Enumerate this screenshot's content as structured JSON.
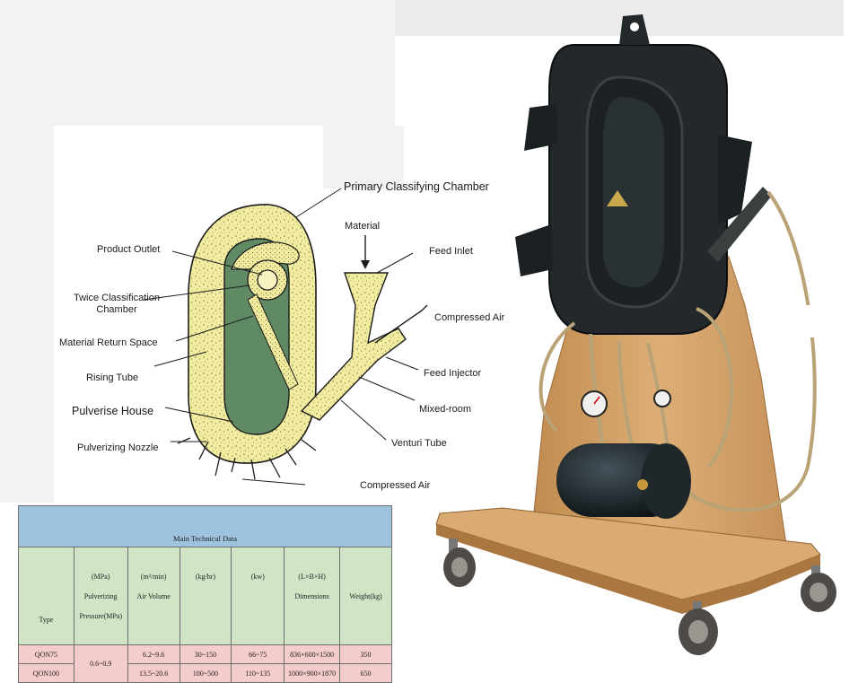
{
  "diagram": {
    "labels": {
      "primary_classifying_chamber": "Primary Classifying Chamber",
      "material": "Material",
      "feed_inlet": "Feed Inlet",
      "product_outlet": "Product Outlet",
      "twice_classification_chamber_line1": "Twice Classification",
      "twice_classification_chamber_line2": "Chamber",
      "compressed_air_top": "Compressed Air",
      "material_return_space": "Material Return Space",
      "feed_injector": "Feed Injector",
      "rising_tube": "Rising Tube",
      "mixed_room": "Mixed-room",
      "pulverise_house": "Pulverise House",
      "venturi_tube": "Venturi Tube",
      "pulverizing_nozzle": "Pulverizing Nozzle",
      "compressed_air_bottom": "Compressed Air"
    }
  },
  "table": {
    "title": "Main Technical Data",
    "headers": {
      "type": "Type",
      "pressure": [
        "(MPa)",
        "Pulverizing",
        "Pressure(MPa)"
      ],
      "air_volume": [
        "(m³/min)",
        "Air Volume"
      ],
      "capacity": [
        "(kg/hr)"
      ],
      "power": [
        "(kw)"
      ],
      "dimensions": [
        "(L×B×H)",
        "Dimensions"
      ],
      "weight": "Weight(kg)"
    },
    "rows": [
      {
        "type": "QON75",
        "air_volume": "6.2~9.6",
        "capacity": "30~150",
        "power": "66~75",
        "dimensions": "836×600×1500",
        "weight": "350"
      },
      {
        "type": "QON100",
        "air_volume": "13.5~20.6",
        "capacity": "100~500",
        "power": "110~135",
        "dimensions": "1000×900×1870",
        "weight": "650"
      }
    ],
    "shared_pressure": "0.6~0.9"
  },
  "colors": {
    "chamber_fill": "#f1ec9f",
    "inner_fill": "#5f8a64",
    "table_title": "#9dc3df",
    "table_header": "#cfe5c6",
    "table_rows": "#f5cccc",
    "machine_body": "#23282a",
    "stand": "#d4a36a"
  }
}
